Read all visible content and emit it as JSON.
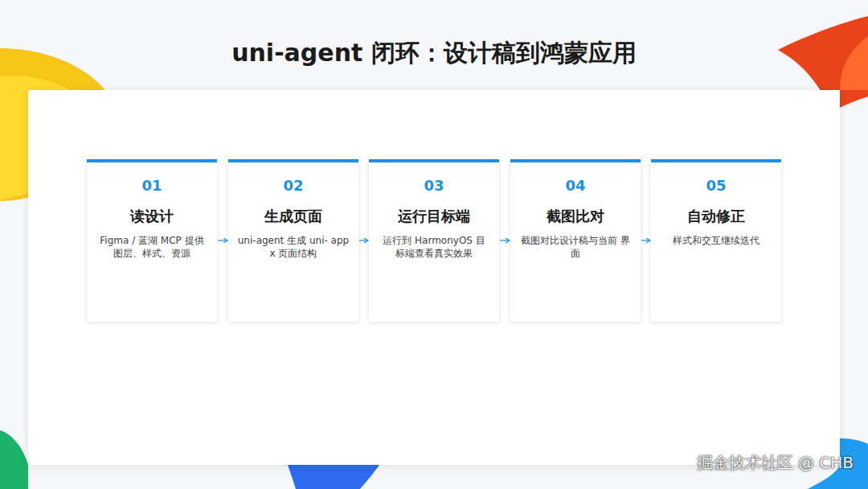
{
  "diagram": {
    "title": "uni-agent 闭环：设计稿到鸿蒙应用",
    "nodes": [
      {
        "text": [
          "01",
          "读设计",
          "Figma / 蓝湖 MCP 提供 图层、样式、资源"
        ]
      },
      {
        "text": [
          "02",
          "生成页面",
          "uni-agent 生成 uni- app x 页面结构"
        ]
      },
      {
        "text": [
          "03",
          "运行目标端",
          "运行到 HarmonyOS 目 标端查看真实效果"
        ]
      },
      {
        "text": [
          "04",
          "截图比对",
          "截图对比设计稿与当前 界面"
        ]
      },
      {
        "text": [
          "05",
          "自动修正",
          "样式和交互继续迭代"
        ]
      }
    ],
    "edges": [
      {
        "from": 0,
        "to": 1,
        "arrow": "to"
      },
      {
        "from": 1,
        "to": 2,
        "arrow": "to"
      },
      {
        "from": 2,
        "to": 3,
        "arrow": "to"
      },
      {
        "from": 3,
        "to": 4,
        "arrow": "to"
      }
    ],
    "labels": [
      "掘金技术社区 @ CHB"
    ]
  }
}
